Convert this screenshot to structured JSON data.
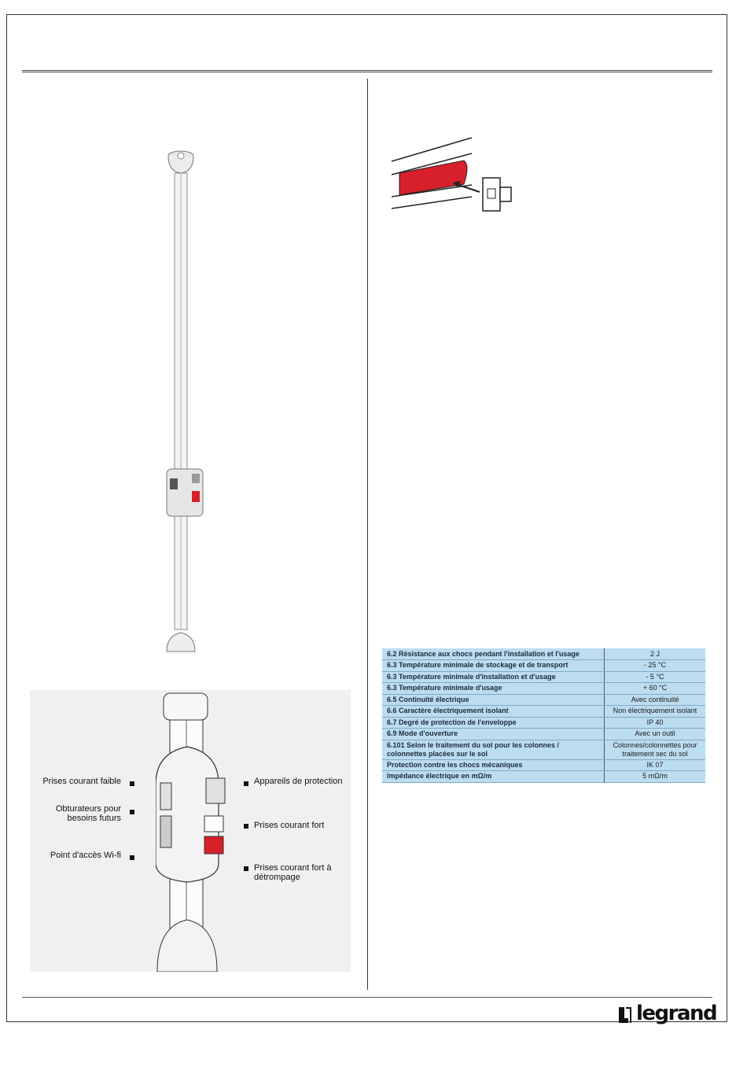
{
  "specs": [
    {
      "key": "6.2 Résistance aux chocs pendant l'installation et l'usage",
      "value": "2 J"
    },
    {
      "key": "6.3 Température minimale de stockage et de transport",
      "value": "- 25 °C"
    },
    {
      "key": "6.3 Température minimale d'installation et d'usage",
      "value": "- 5 °C"
    },
    {
      "key": "6.3 Température minimale d'usage",
      "value": "+ 60 °C"
    },
    {
      "key": "6.5 Continuité électrique",
      "value": "Avec continuité"
    },
    {
      "key": "6.6 Caractère électriquement isolant",
      "value": "Non électriquement isolant"
    },
    {
      "key": "6.7 Degré de protection de l'enveloppe",
      "value": "IP 40"
    },
    {
      "key": "6.9 Mode d'ouverture",
      "value": "Avec un outil"
    },
    {
      "key": "6.101 Selon le traitement du sol pour les colonnes / colonnettes placées sur le sol",
      "value": "Colonnes/colonnettes pour traitement sec du sol"
    },
    {
      "key": "Protection contre les chocs mécaniques",
      "value": "IK 07"
    },
    {
      "key": "Impédance électrique en mΩ/m",
      "value": "5 mΩ/m"
    }
  ],
  "callouts": {
    "low_current": "Prises courant faible",
    "shutters": "Obturateurs pour besoins futurs",
    "wifi": "Point d'accès Wi-fi",
    "protection": "Appareils de protection",
    "high_current": "Prises courant fort",
    "high_current_keyed": "Prises courant fort à détrompage"
  },
  "brand": {
    "name": "legrand",
    "color": "#111111",
    "accent": "#d7202a"
  }
}
